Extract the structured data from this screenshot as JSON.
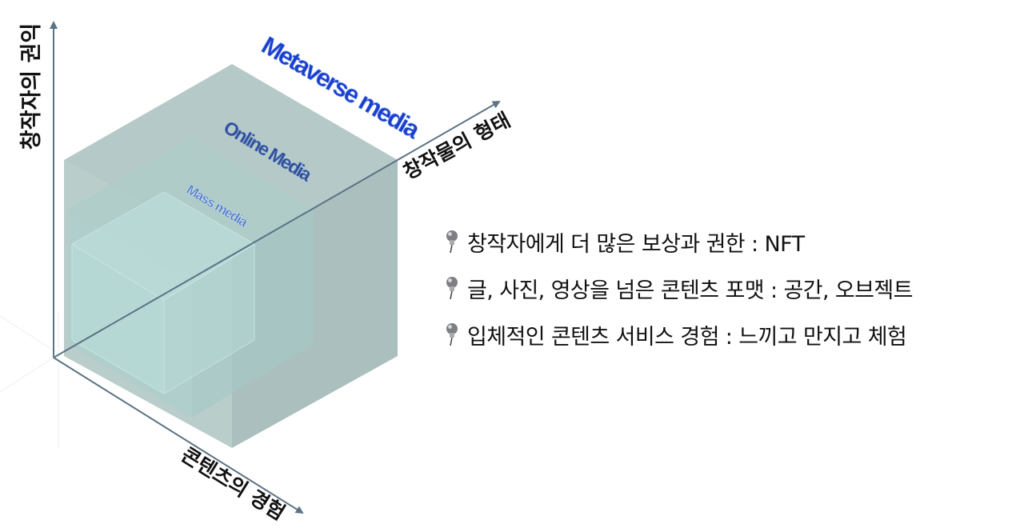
{
  "axes": {
    "vertical": "창작자의 권익",
    "diagonal": "창작물의 형태",
    "bottom": "콘텐츠의 경험"
  },
  "layers": [
    {
      "label": "Metaverse media",
      "color": "#1a3fcf"
    },
    {
      "label": "Online Media",
      "color": "#2f4f9a"
    },
    {
      "label": "Mass media",
      "color": "#4a78c8"
    }
  ],
  "bullets": [
    {
      "text": "창작자에게 더 많은 보상과 권한 : NFT",
      "icon": "pushpin-icon"
    },
    {
      "text": "글, 사진, 영상을 넘은 콘텐츠 포맷 : 공간, 오브젝트",
      "icon": "pushpin-icon"
    },
    {
      "text": "입체적인 콘텐츠 서비스 경험 : 느끼고 만지고 체험",
      "icon": "pushpin-icon"
    }
  ],
  "colors": {
    "axis": "#5a7386",
    "outer_cube": "#8eaeaa",
    "middle_cube": "#a9cccb",
    "inner_cube": "#b9dcd9"
  }
}
